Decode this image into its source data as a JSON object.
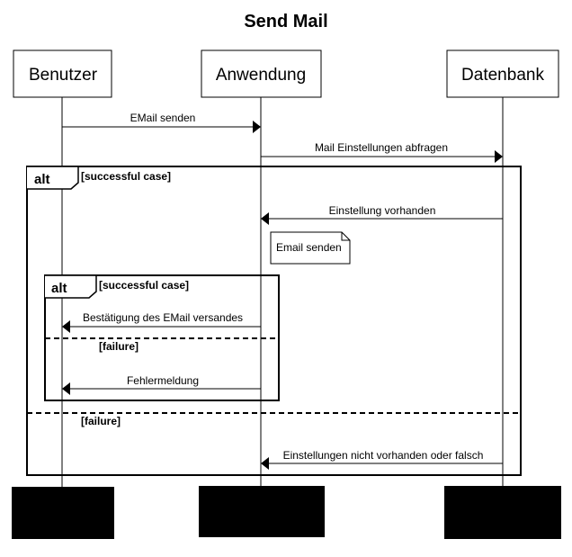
{
  "title": "Send Mail",
  "participants": {
    "user": "Benutzer",
    "app": "Anwendung",
    "db": "Datenbank"
  },
  "messages": {
    "m1": "EMail senden",
    "m2": "Mail Einstellungen abfragen",
    "m3": "Einstellung vorhanden",
    "m4": "Bestätigung des EMail versandes",
    "m5": "Fehlermeldung",
    "m6": "Einstellungen nicht vorhanden oder falsch"
  },
  "note": "Email senden",
  "fragments": {
    "outer": {
      "keyword": "alt",
      "guard": "[successful case]",
      "else_guard": "[failure]"
    },
    "inner": {
      "keyword": "alt",
      "guard": "[successful case]",
      "else_guard": "[failure]"
    }
  },
  "colors": {
    "line": "#000000",
    "background": "#ffffff"
  }
}
